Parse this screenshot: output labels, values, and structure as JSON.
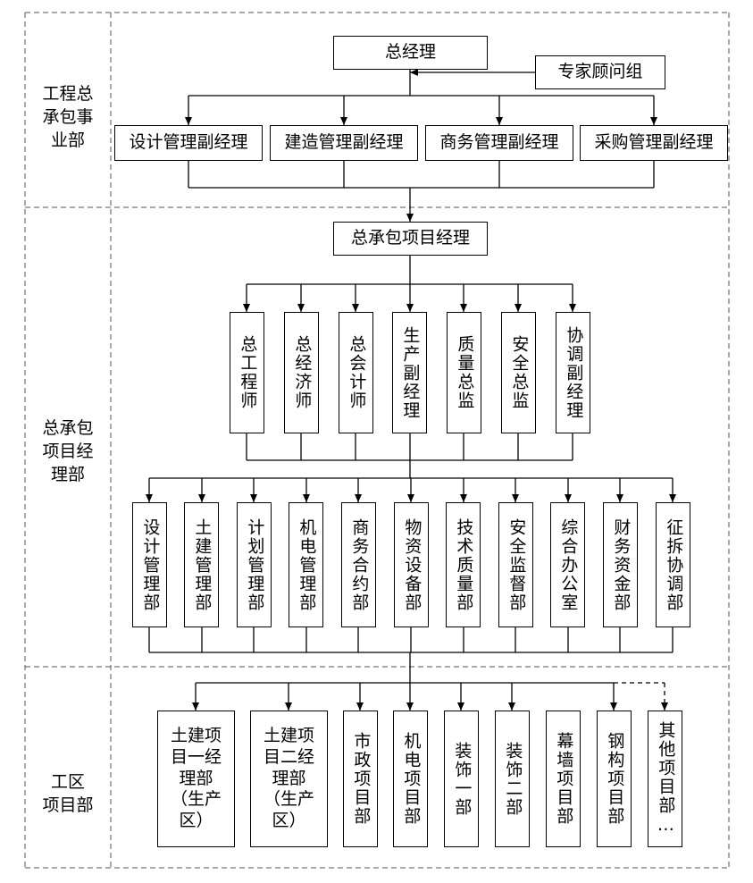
{
  "sections": {
    "hq": "工程总\n承包事\n业部",
    "project": "总承包\n项目经\n理部",
    "site": "工区\n项目部"
  },
  "hq": {
    "gm": "总经理",
    "advisor": "专家顾问组",
    "deputies": [
      "设计管理副经理",
      "建造管理副经理",
      "商务管理副经理",
      "采购管理副经理"
    ]
  },
  "project": {
    "pm": "总承包项目经理",
    "roles": [
      "总工程师",
      "总经济师",
      "总会计师",
      "生产副经理",
      "质量总监",
      "安全总监",
      "协调副经理"
    ],
    "departments": [
      "设计管理部",
      "土建管理部",
      "计划管理部",
      "机电管理部",
      "商务合约部",
      "物资设备部",
      "技术质量部",
      "安全监督部",
      "综合办公室",
      "财务资金部",
      "征拆协调部"
    ]
  },
  "site": {
    "wide_units": [
      "土建项\n目一经\n理部\n（生产\n区）",
      "土建项\n目二经\n理部\n（生产\n区）"
    ],
    "units": [
      "市政项目部",
      "机电项目部",
      "装饰一部",
      "装饰二部",
      "幕墙项目部",
      "钢构项目部",
      "其他项目部…"
    ]
  }
}
